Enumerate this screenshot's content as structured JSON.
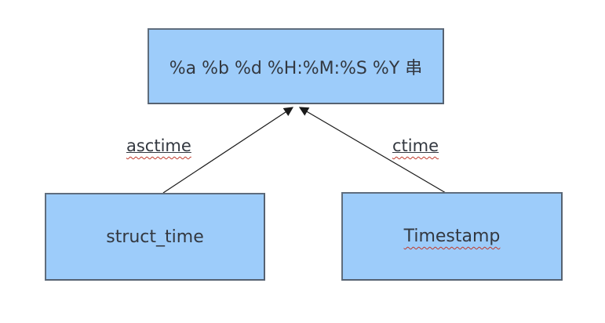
{
  "diagram": {
    "title": "time format conversion diagram",
    "nodes": {
      "format_string": {
        "label": "%a %b %d %H:%M:%S %Y 串"
      },
      "struct_time": {
        "label": "struct_time"
      },
      "timestamp": {
        "label": "Timestamp"
      }
    },
    "edges": {
      "asctime": {
        "label": "asctime",
        "from": "struct_time",
        "to": "format_string"
      },
      "ctime": {
        "label": "ctime",
        "from": "timestamp",
        "to": "format_string"
      }
    },
    "colors": {
      "box_fill": "#9dccfa",
      "box_border": "#5f6d7d",
      "box_shadow": "#566271",
      "text": "#333840",
      "arrow": "#1a1a1a",
      "squiggle": "#c0392b",
      "background": "#ffffff"
    }
  }
}
